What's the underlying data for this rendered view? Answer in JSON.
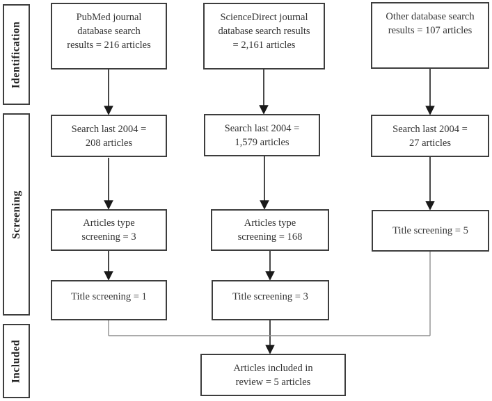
{
  "stages": [
    {
      "id": "identification",
      "label": "Identification"
    },
    {
      "id": "screening",
      "label": "Screening"
    },
    {
      "id": "included",
      "label": "Included"
    }
  ],
  "flow": {
    "pubmed": {
      "search_results": "PubMed journal\ndatabase search\nresults = 216 articles",
      "search_last_2004": "Search last 2004 =\n208 articles",
      "articles_type_screening": "Articles type\nscreening = 3",
      "title_screening": "Title screening = 1"
    },
    "sciencedirect": {
      "search_results": "ScienceDirect journal\ndatabase search results\n= 2,161 articles",
      "search_last_2004": "Search last 2004 =\n1,579 articles",
      "articles_type_screening": "Articles type\nscreening = 168",
      "title_screening": "Title screening = 3"
    },
    "other": {
      "search_results": "Other database search\nresults = 107 articles",
      "search_last_2004": "Search last 2004 =\n27 articles",
      "title_screening": "Title screening = 5"
    },
    "included": {
      "articles_included": "Articles included in\nreview = 5 articles"
    }
  },
  "colors": {
    "box_border": "#3d3d3d",
    "arrow": "#1a1a1a",
    "merge_line": "#8f8f8f",
    "text": "#333333",
    "background": "#ffffff"
  }
}
